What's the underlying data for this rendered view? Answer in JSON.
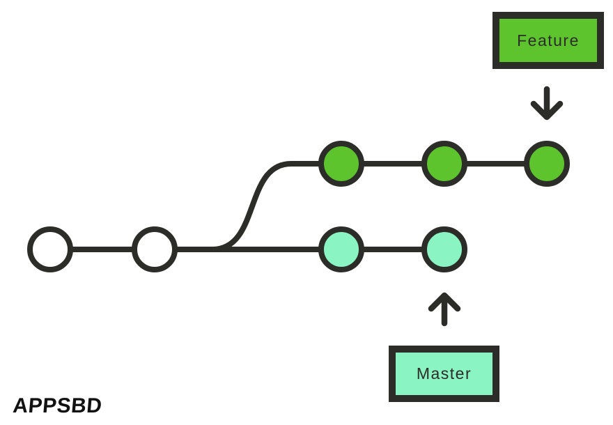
{
  "diagram": {
    "type": "git-branching",
    "branches": {
      "feature": {
        "label": "Feature",
        "commit_count": 3,
        "pointer_icon": "arrow-down",
        "color": "#5ec42e"
      },
      "master": {
        "label": "Master",
        "initial_commit_count": 2,
        "branch_commit_count": 2,
        "pointer_icon": "arrow-up",
        "color": "#8bf4c3"
      }
    },
    "logo": {
      "text": "APPSBD"
    }
  },
  "colors": {
    "feature_green": "#5ec42e",
    "master_mint": "#8bf4c3",
    "commit_white": "#ffffff",
    "ink": "#2c2c28",
    "background": "#ffffff"
  }
}
